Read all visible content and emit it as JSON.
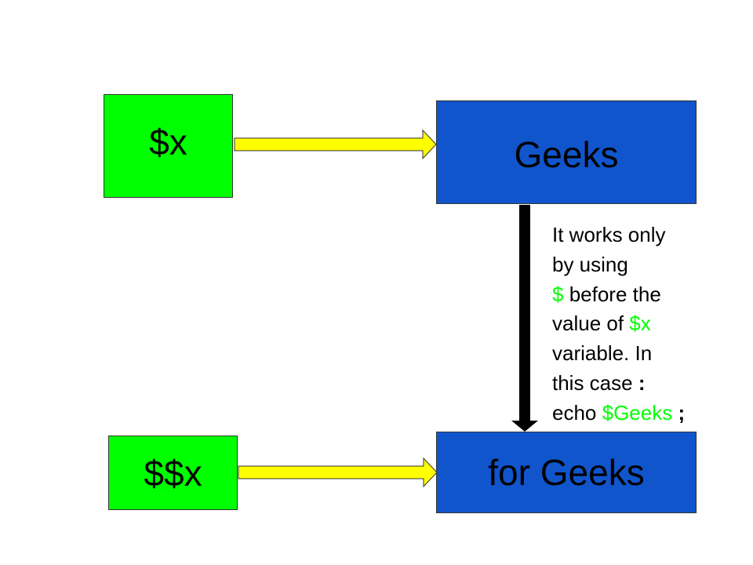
{
  "boxes": {
    "x": "$x",
    "xx": "$$x",
    "geeks": "Geeks",
    "for_geeks": "for Geeks"
  },
  "note": {
    "line1": "It works only",
    "line2": "by using",
    "line3_hl": "$",
    "line3_rest": " before the",
    "line4_text": "value of ",
    "line4_hl": "$x",
    "line5": "variable. In",
    "line6_text": "this case ",
    "line6_colon": ":",
    "line7_text": "echo ",
    "line7_hl": "$Geeks",
    "line7_semicolon": " ;"
  },
  "colors": {
    "green_box": "#00ff00",
    "blue_box": "#1155cc",
    "arrow_fill": "#ffff00",
    "highlight_text": "#00ff00"
  }
}
